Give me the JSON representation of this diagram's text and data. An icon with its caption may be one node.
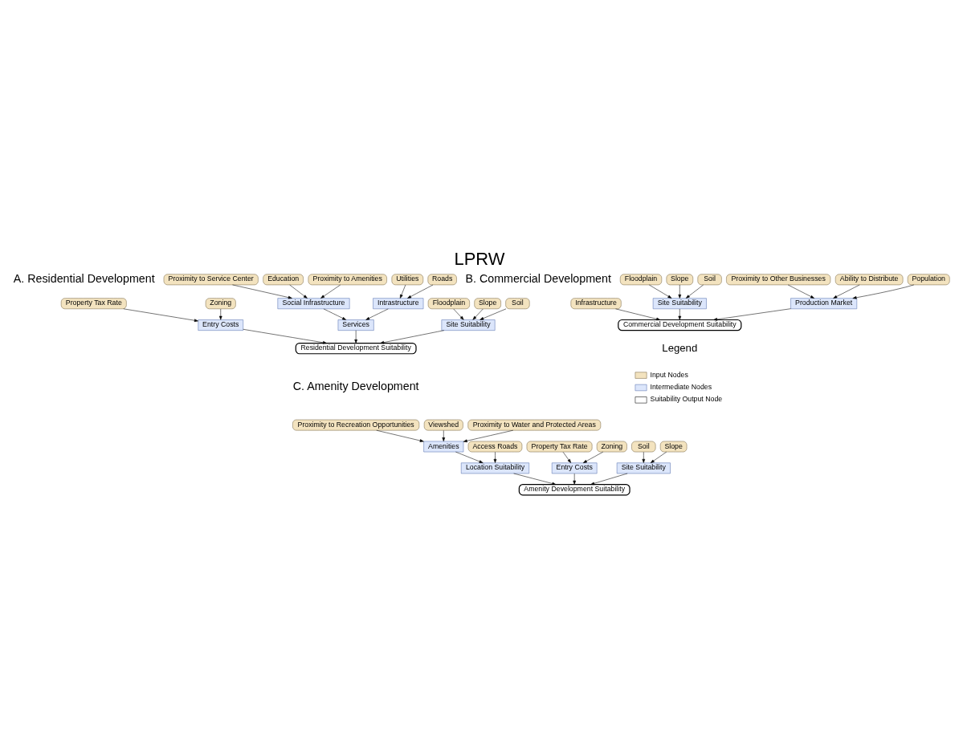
{
  "diagram": {
    "title": "LPRW",
    "nodes": [
      {
        "text": [
          "Property Tax Rate"
        ]
      },
      {
        "text": [
          "Proximity to Service Center"
        ]
      },
      {
        "text": [
          "Zoning"
        ]
      },
      {
        "text": [
          "Education"
        ]
      },
      {
        "text": [
          "Proximity to Amenities"
        ]
      },
      {
        "text": [
          "Entry Costs"
        ]
      },
      {
        "text": [
          "Social Infrastructure"
        ]
      },
      {
        "text": [
          "Utilities"
        ]
      },
      {
        "text": [
          "Floodplain"
        ]
      },
      {
        "text": [
          "Roads"
        ]
      },
      {
        "text": [
          "Slope"
        ]
      },
      {
        "text": [
          "Soil"
        ]
      },
      {
        "text": [
          "Services"
        ]
      },
      {
        "text": [
          "Intrastructure"
        ]
      },
      {
        "text": [
          "Site Suitability"
        ]
      },
      {
        "text": [
          "Residential Development Suitability"
        ]
      },
      {
        "text": [
          "Infrastructure"
        ]
      },
      {
        "text": [
          "Floodplain"
        ]
      },
      {
        "text": [
          "Proximity to Other Businesses"
        ]
      },
      {
        "text": [
          "Slope"
        ]
      },
      {
        "text": [
          "Soil"
        ]
      },
      {
        "text": [
          "Ability to Distribute"
        ]
      },
      {
        "text": [
          "Population"
        ]
      },
      {
        "text": [
          "Site Suitability"
        ]
      },
      {
        "text": [
          "Production Market"
        ]
      },
      {
        "text": [
          "Commercial Development Suitability"
        ]
      },
      {
        "text": [
          "Proximity to Recreation Opportunities"
        ]
      },
      {
        "text": [
          "Viewshed"
        ]
      },
      {
        "text": [
          "Proximity to Water and Protected Areas"
        ]
      },
      {
        "text": [
          "Property Tax Rate"
        ]
      },
      {
        "text": [
          "Access Roads"
        ]
      },
      {
        "text": [
          "Zoning"
        ]
      },
      {
        "text": [
          "Soil"
        ]
      },
      {
        "text": [
          "Amenities"
        ]
      },
      {
        "text": [
          "Entry Costs"
        ]
      },
      {
        "text": [
          "Slope"
        ]
      },
      {
        "text": [
          "Site Suitability"
        ]
      },
      {
        "text": [
          "Location Suitability"
        ]
      },
      {
        "text": [
          "Amenity Development Suitability"
        ]
      }
    ],
    "edges": [
      {
        "from": 0,
        "to": 5,
        "arrow": "to"
      },
      {
        "from": 2,
        "to": 5,
        "arrow": "to"
      },
      {
        "from": 3,
        "to": 6,
        "arrow": "to"
      },
      {
        "from": 1,
        "to": 6,
        "arrow": "to"
      },
      {
        "from": 4,
        "to": 6,
        "arrow": "to"
      },
      {
        "from": 6,
        "to": 12,
        "arrow": "to"
      },
      {
        "from": 9,
        "to": 13,
        "arrow": "to"
      },
      {
        "from": 7,
        "to": 13,
        "arrow": "to"
      },
      {
        "from": 13,
        "to": 12,
        "arrow": "to"
      },
      {
        "from": 10,
        "to": 14,
        "arrow": "to"
      },
      {
        "from": 8,
        "to": 14,
        "arrow": "to"
      },
      {
        "from": 11,
        "to": 14,
        "arrow": "to"
      },
      {
        "from": 12,
        "to": 15,
        "arrow": "to"
      },
      {
        "from": 5,
        "to": 15,
        "arrow": "to"
      },
      {
        "from": 14,
        "to": 15,
        "arrow": "to"
      },
      {
        "from": 21,
        "to": 24,
        "arrow": "to"
      },
      {
        "from": 18,
        "to": 24,
        "arrow": "to"
      },
      {
        "from": 22,
        "to": 24,
        "arrow": "to"
      },
      {
        "from": 19,
        "to": 23,
        "arrow": "to"
      },
      {
        "from": 17,
        "to": 23,
        "arrow": "to"
      },
      {
        "from": 20,
        "to": 23,
        "arrow": "to"
      },
      {
        "from": 24,
        "to": 25,
        "arrow": "to"
      },
      {
        "from": 16,
        "to": 25,
        "arrow": "to"
      },
      {
        "from": 23,
        "to": 25,
        "arrow": "to"
      },
      {
        "from": 28,
        "to": 33,
        "arrow": "to"
      },
      {
        "from": 27,
        "to": 33,
        "arrow": "to"
      },
      {
        "from": 26,
        "to": 33,
        "arrow": "to"
      },
      {
        "from": 33,
        "to": 37,
        "arrow": "to"
      },
      {
        "from": 30,
        "to": 37,
        "arrow": "to"
      },
      {
        "from": 29,
        "to": 34,
        "arrow": "to"
      },
      {
        "from": 31,
        "to": 34,
        "arrow": "to"
      },
      {
        "from": 35,
        "to": 36,
        "arrow": "to"
      },
      {
        "from": 32,
        "to": 36,
        "arrow": "to"
      },
      {
        "from": 37,
        "to": 38,
        "arrow": "to"
      },
      {
        "from": 34,
        "to": 38,
        "arrow": "to"
      },
      {
        "from": 36,
        "to": 38,
        "arrow": "to"
      }
    ],
    "labels": [
      "A. Residential Development",
      "B. Commercial Development",
      "C. Amenity Development",
      "Legend"
    ],
    "legend": [
      {
        "text": "Input Nodes"
      },
      {
        "text": "Intermediate Nodes"
      },
      {
        "text": "Suitability Output Node"
      }
    ]
  }
}
